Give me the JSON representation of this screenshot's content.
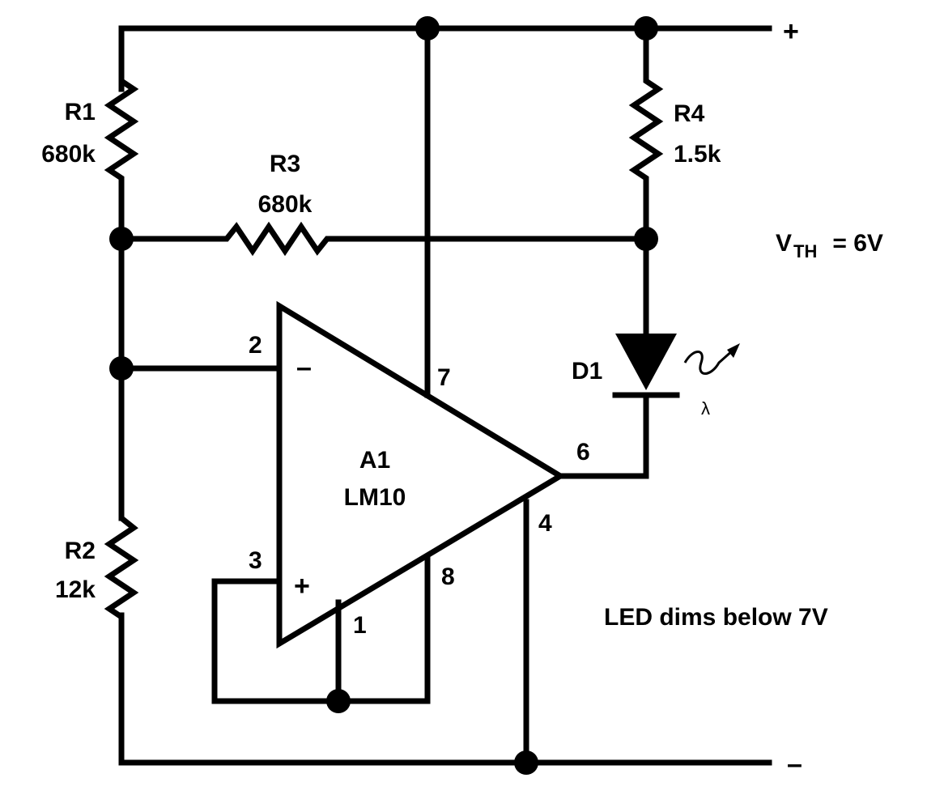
{
  "components": {
    "r1": {
      "name": "R1",
      "value": "680k"
    },
    "r2": {
      "name": "R2",
      "value": "12k"
    },
    "r3": {
      "name": "R3",
      "value": "680k"
    },
    "r4": {
      "name": "R4",
      "value": "1.5k"
    },
    "d1": {
      "name": "D1",
      "symbol": "λ"
    },
    "a1": {
      "name": "A1",
      "part": "LM10"
    }
  },
  "pins": {
    "p2": "2",
    "p3": "3",
    "p7": "7",
    "p6": "6",
    "p4": "4",
    "p8": "8",
    "p1": "1",
    "inv": "–",
    "noninv": "+"
  },
  "rails": {
    "positive": "+",
    "negative": "–"
  },
  "notes": {
    "threshold_main": "V",
    "threshold_sub": "TH",
    "threshold_value": " = 6V",
    "dim_note": "LED dims below 7V"
  }
}
